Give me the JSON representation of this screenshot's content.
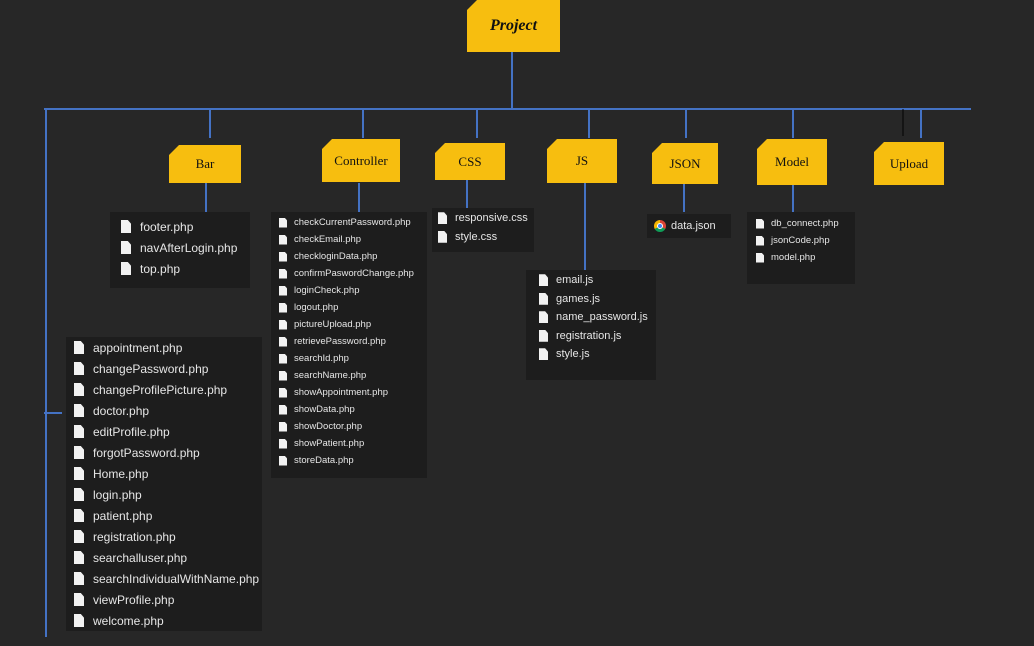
{
  "root": {
    "label": "Project"
  },
  "folders": {
    "bar": {
      "label": "Bar"
    },
    "controller": {
      "label": "Controller"
    },
    "css": {
      "label": "CSS"
    },
    "js": {
      "label": "JS"
    },
    "json": {
      "label": "JSON"
    },
    "model": {
      "label": "Model"
    },
    "upload": {
      "label": "Upload"
    }
  },
  "files": {
    "root_files": [
      "appointment.php",
      "changePassword.php",
      "changeProfilePicture.php",
      "doctor.php",
      "editProfile.php",
      "forgotPassword.php",
      "Home.php",
      "login.php",
      "patient.php",
      "registration.php",
      "searchalluser.php",
      "searchIndividualWithName.php",
      "viewProfile.php",
      "welcome.php"
    ],
    "bar": [
      "footer.php",
      "navAfterLogin.php",
      "top.php"
    ],
    "controller": [
      "checkCurrentPassword.php",
      "checkEmail.php",
      "checkloginData.php",
      "confirmPaswordChange.php",
      "loginCheck.php",
      "logout.php",
      "pictureUpload.php",
      "retrievePassword.php",
      "searchId.php",
      "searchName.php",
      "showAppointment.php",
      "showData.php",
      "showDoctor.php",
      "showPatient.php",
      "storeData.php"
    ],
    "css": [
      "responsive.css",
      "style.css"
    ],
    "js": [
      "email.js",
      "games.js",
      "name_password.js",
      "registration.js",
      "style.js"
    ],
    "json": [
      "data.json"
    ],
    "model": [
      "db_connect.php",
      "jsonCode.php",
      "model.php"
    ]
  },
  "colors": {
    "connector": "#4472c4",
    "folder": "#f7be0f",
    "background": "#272727",
    "panel": "#1d1d1d"
  },
  "icons": {
    "file": "file-icon",
    "json_file": "chrome-icon"
  }
}
